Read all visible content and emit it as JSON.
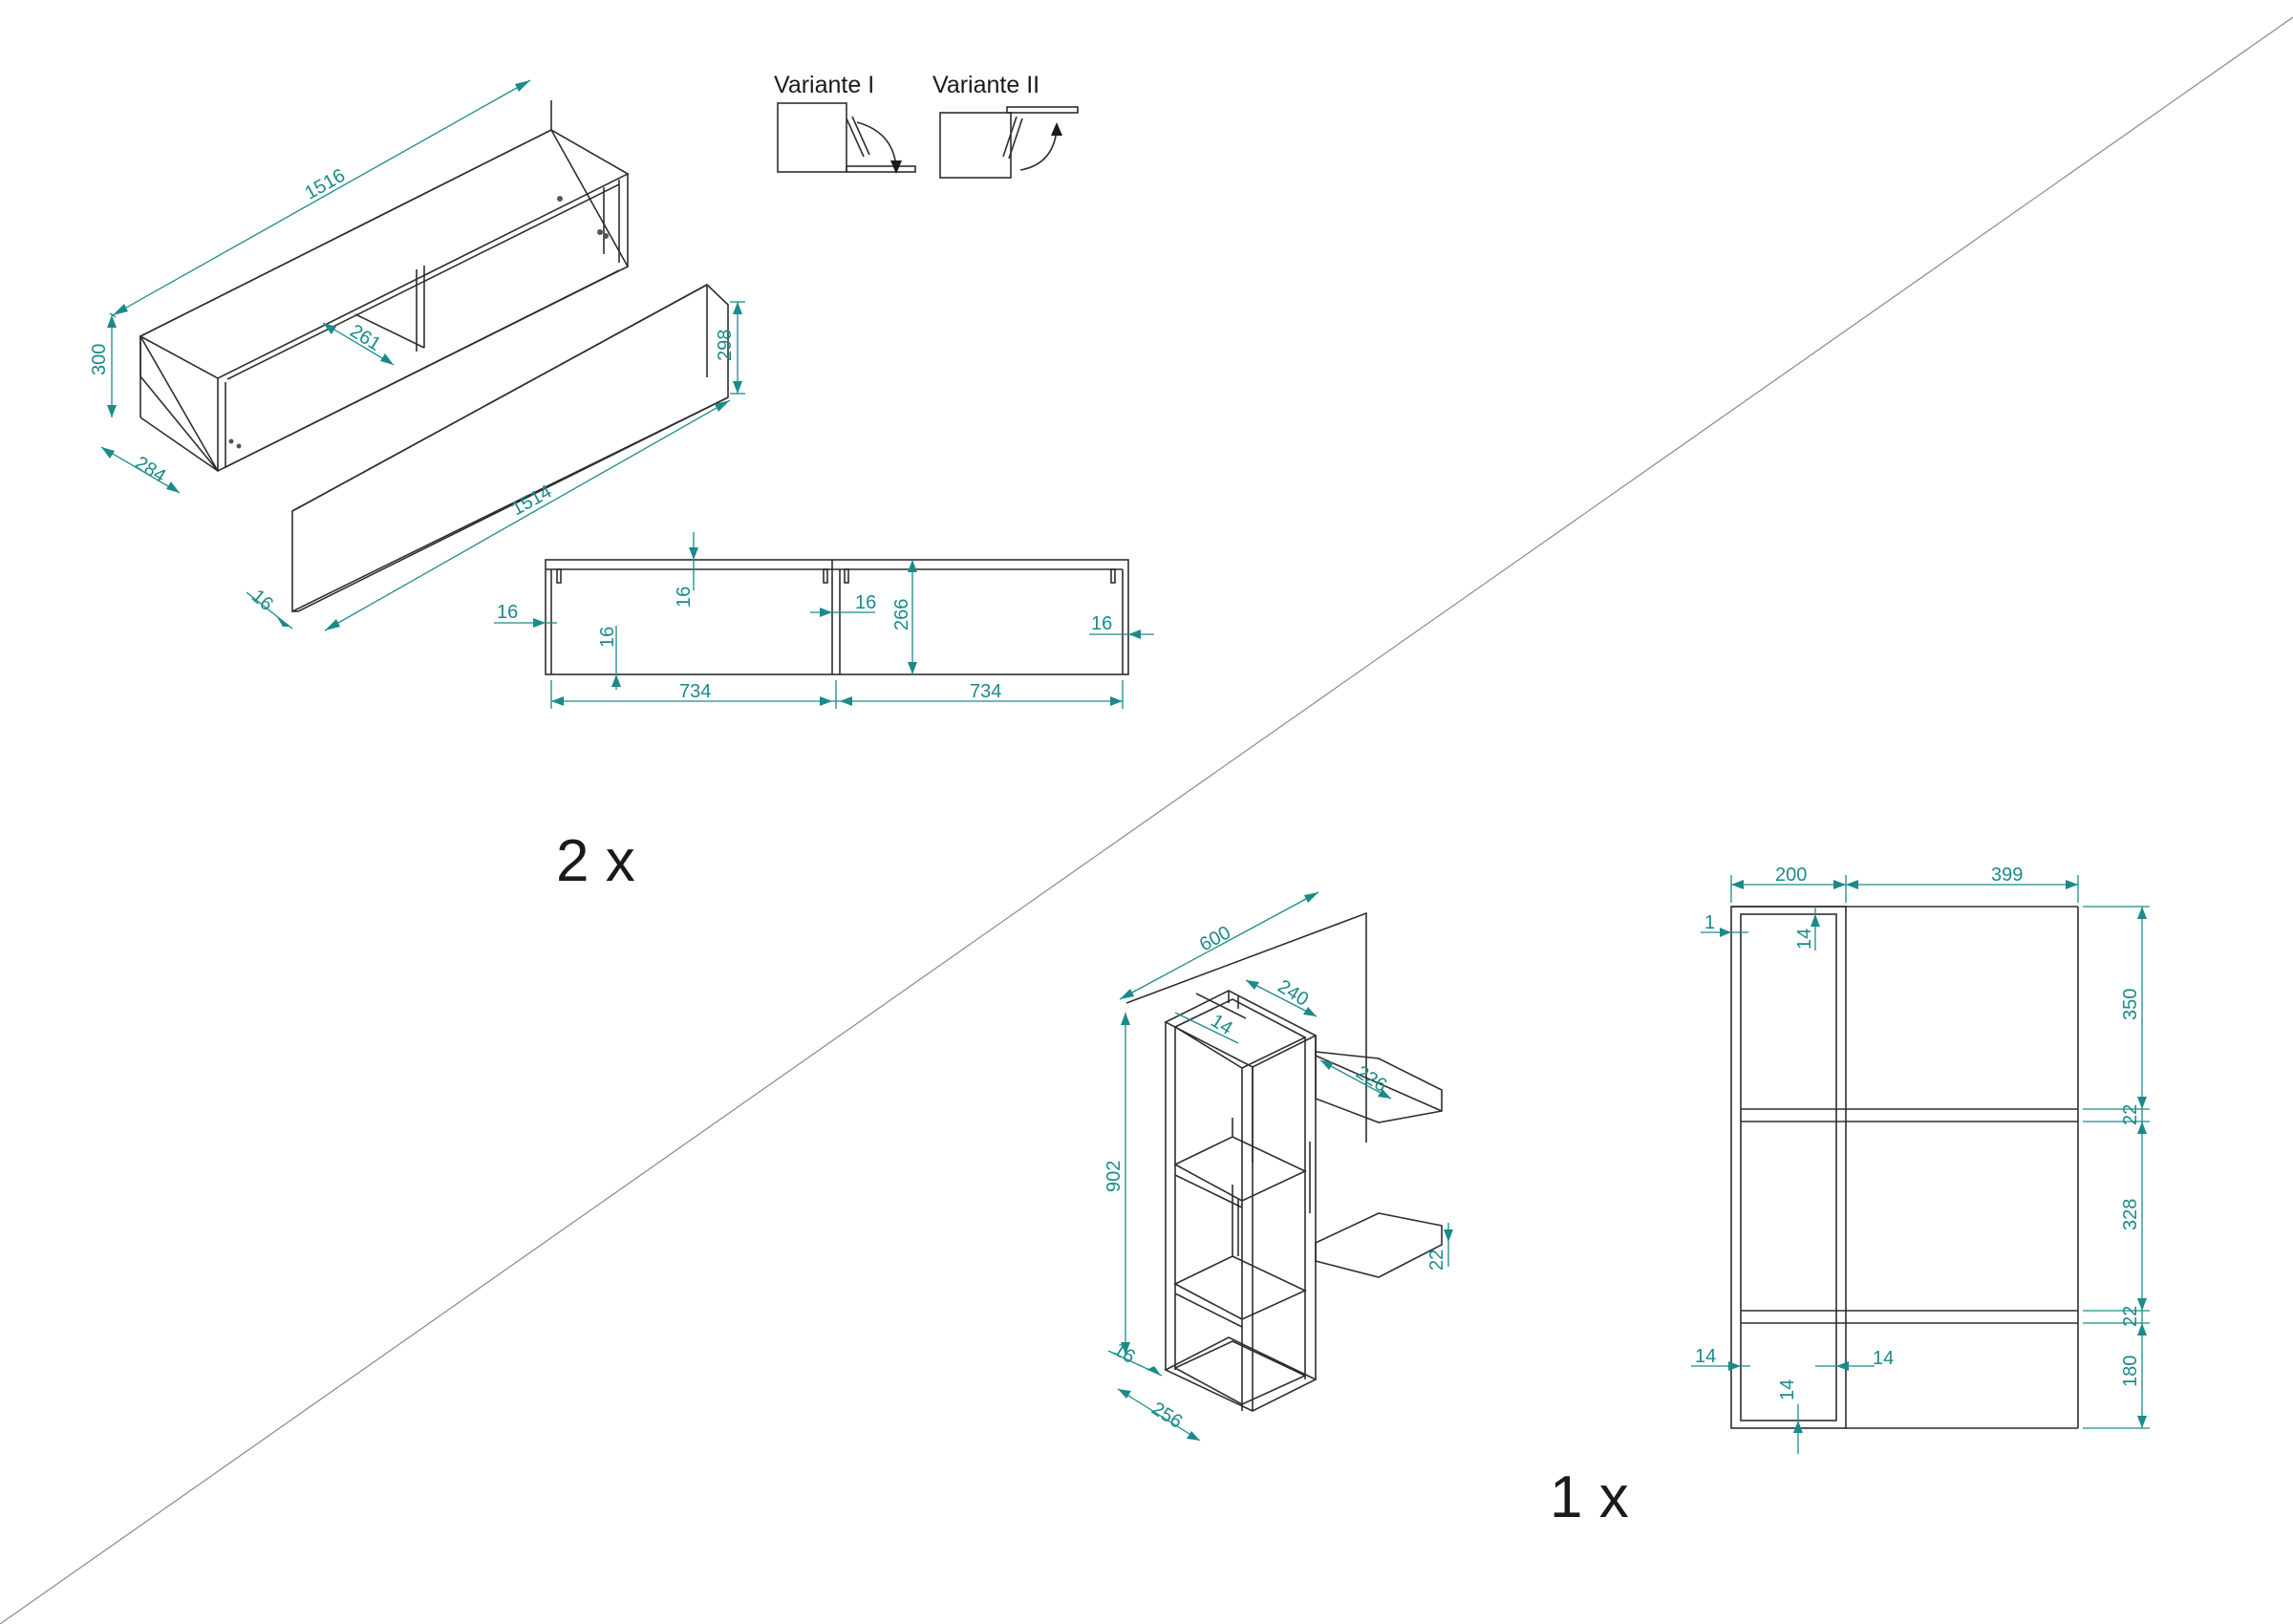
{
  "variants": {
    "v1": "Variante I",
    "v2": "Variante II"
  },
  "quantities": {
    "top": "2 x",
    "bottom": "1 x"
  },
  "wall_cabinet": {
    "length": "1516",
    "height": "300",
    "depth": "284",
    "inner_depth": "261",
    "flap_length": "1514",
    "flap_height": "298",
    "flap_thickness": "16"
  },
  "front_view": {
    "top_thickness": "16",
    "side_left": "16",
    "bottom": "16",
    "divider": "16",
    "inner_height": "266",
    "side_right": "16",
    "width_left": "734",
    "width_right": "734"
  },
  "shelf_iso": {
    "width": "600",
    "height": "902",
    "frame_depth": "240",
    "frame_top": "14",
    "shelf_depth": "226",
    "shelf_thickness": "22",
    "back": "16",
    "depth": "256"
  },
  "shelf_front": {
    "frame_width": "200",
    "shelf_width": "399",
    "gap": "1",
    "frame_top": "14",
    "h1": "350",
    "s1": "22",
    "h2": "328",
    "s2": "22",
    "h3": "180",
    "frame_left": "14",
    "frame_right": "14",
    "frame_bottom": "14"
  }
}
